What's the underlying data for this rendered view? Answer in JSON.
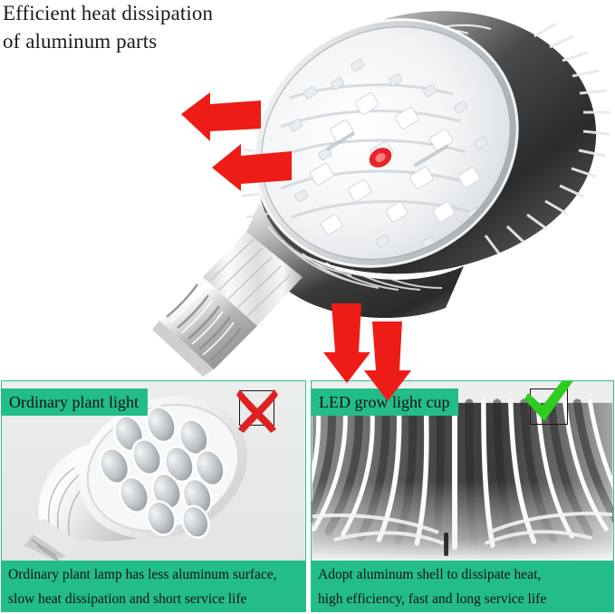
{
  "page": {
    "headline": "Efficient heat dissipation\nof aluminum parts",
    "background_color": "#ffffff",
    "accent_green": "#22bd88",
    "arrow_red": "#ee1c16",
    "check_green": "#2ecc1e",
    "mark_box_border": "#151515"
  },
  "hero": {
    "product_name": "led-grow-light-bulb",
    "description_icons": [
      "aluminum-fin-heatsink",
      "led-chip-board",
      "e27-screw-base"
    ],
    "arrows": [
      {
        "name": "heat-arrow-upper-left-1",
        "direction": "left"
      },
      {
        "name": "heat-arrow-upper-left-2",
        "direction": "left"
      },
      {
        "name": "heat-arrow-lower-down-1",
        "direction": "down"
      },
      {
        "name": "heat-arrow-lower-down-2",
        "direction": "down"
      }
    ]
  },
  "comparison": {
    "left": {
      "tag": "Ordinary plant light",
      "mark": "cross-mark",
      "mark_color": "#e02020",
      "caption": "Ordinary plant lamp has less aluminum surface,\nslow heat dissipation and short service life",
      "image_alt": "ordinary-par-lamp"
    },
    "right": {
      "tag": "LED grow light cup",
      "mark": "check-mark",
      "mark_color": "#2ecc1e",
      "caption": "Adopt aluminum shell to dissipate heat,\nhigh efficiency, fast and long service life",
      "image_alt": "aluminum-fin-closeup"
    }
  }
}
